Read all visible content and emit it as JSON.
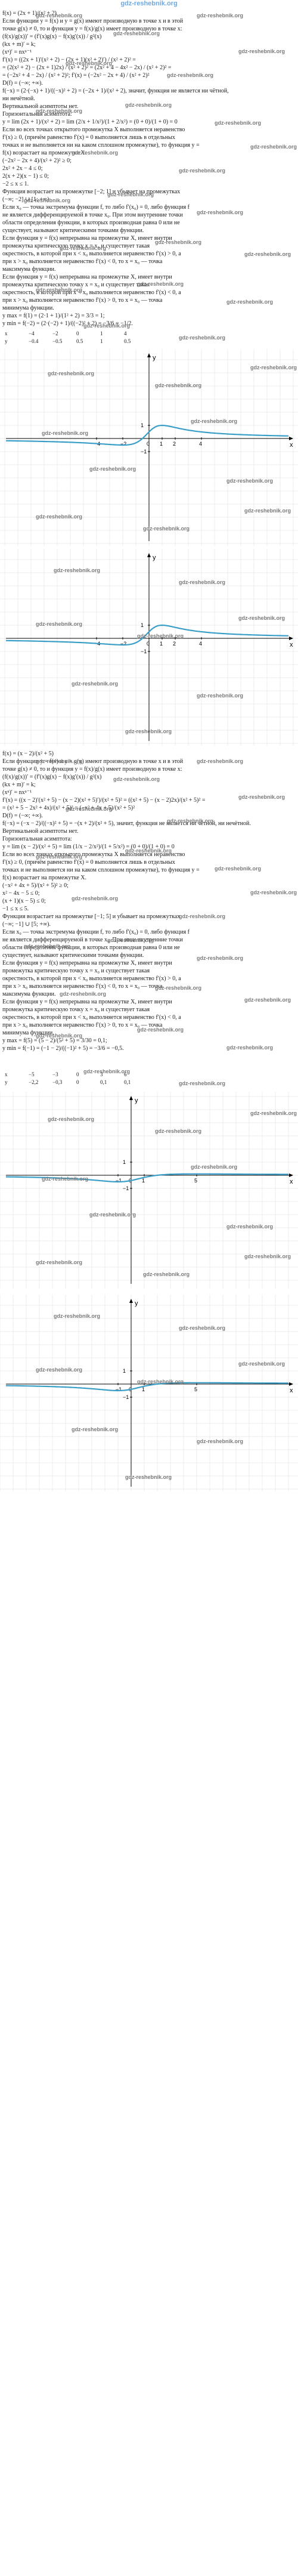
{
  "site": {
    "title": "gdz-reshebnik.org",
    "watermark": "gdz-reshebnik.org"
  },
  "part1": {
    "formulas": [
      "f(x) = (2x + 1)/(x² + 2)",
      "Если функции y = f(x) и y = g(x) имеют производную в точке x и в этой",
      "точке g(x) ≠ 0, то и функция y = f(x)/g(x) имеет производную в точке x:",
      "(f(x)/g(x))′ = (f′(x)g(x) − f(x)g′(x)) / g²(x)",
      "(kx + m)′ = k;",
      "(xⁿ)′ = nxⁿ⁻¹",
      "f′(x) = ((2x + 1)′(x² + 2) − (2x + 1)(x² + 2)′) / (x² + 2)² =",
      "= (2(x² + 2) − (2x + 1)2x) / (x² + 2)² = (2x² + 4 − 4x² − 2x) / (x² + 2)² =",
      "= (−2x² + 4 − 2x) / (x² + 2)²;   f′(x) = (−2x² − 2x + 4) / (x² + 2)²",
      "D(f) = (−∞; +∞).",
      "f(−x) = (2·(−x) + 1)/((−x)² + 2) = (−2x + 1)/(x² + 2), значит, функция не является ни чётной,",
      "ни нечётной.",
      "Вертикальной асимптоты нет.",
      "Горизонтальная асимптота:",
      "y = lim (2x + 1)/(x² + 2) = lim (2/x + 1/x²)/(1 + 2/x²) = (0 + 0)/(1 + 0) = 0",
      "Если во всех точках открытого промежутка X выполняется неравенство",
      "f′(x) ≥ 0, (причём равенство f′(x) = 0 выполняется лишь в отдельных",
      "точках и не выполняется ни на каком сплошном промежутке), то функция y =",
      "f(x) возрастает на промежутке X.",
      "(−2x² − 2x + 4)/(x² + 2)² ≥ 0;",
      "2x² + 2x − 4 ≤ 0;",
      "2(x + 2)(x − 1) ≤ 0;",
      "−2 ≤ x ≤ 1.",
      "Функция возрастает на промежутке [−2; 1] и убывает на промежутках",
      "(−∞; −2] ∪ [1; +∞).",
      "Если x₀ — точка экстремума функции f, то либо f′(x₀) = 0, либо функция f",
      "не является дифференцируемой в точке x₀. При этом внутренние точки",
      "области определения функции, в которых производная равна 0 или не",
      "существует, называют критическими точками функции.",
      "Если функция y = f(x) непрерывна на промежутке X, имеет внутри",
      "промежутка критическую точку x = x₀ и существует такая",
      "окрестность, в которой при x < x₀ выполняется неравенство f′(x) > 0, а",
      "при x > x₀ выполняется неравенство f′(x) < 0, то x = x₀ — точка",
      "максимума функции.",
      "Если функция y = f(x) непрерывна на промежутке X, имеет внутри",
      "промежутка критическую точку x = x₀ и существует такая",
      "окрестность, в которой при x < x₀ выполняется неравенство f′(x) < 0, а",
      "при x > x₀ выполняется неравенство f′(x) > 0, то x = x₀ — точка",
      "минимума функции.",
      "y max = f(1) = (2·1 + 1)/(1² + 2) = 3/3 = 1;",
      "y min = f(−2) = (2·(−2) + 1)/((−2)² + 2) = −3/6 = −1/2."
    ],
    "table": {
      "x": [
        "x",
        "−4",
        "−2",
        "0",
        "1",
        "4"
      ],
      "y": [
        "y",
        "−0.4",
        "−0.5",
        "0.5",
        "1",
        "0.5"
      ]
    }
  },
  "graph1": {
    "label_x": "x",
    "label_y": "y",
    "tick_x": [
      "−4",
      "−2",
      "0",
      "1",
      "2",
      "4"
    ],
    "tick_y": [
      "1",
      "−1"
    ]
  },
  "graph2": {
    "label_x": "x",
    "label_y": "y",
    "tick_x": [
      "−4",
      "−2",
      "0",
      "1",
      "2",
      "4"
    ],
    "tick_y": [
      "1",
      "−1"
    ]
  },
  "part2": {
    "formulas": [
      "f(x) = (x − 2)/(x² + 5)",
      "Если функции y = f(x) и y = g(x) имеют производную в точке x и в этой",
      "точке g(x) ≠ 0, то и функция y = f(x)/g(x) имеет производную в точке x:",
      "(f(x)/g(x))′ = (f′(x)g(x) − f(x)g′(x)) / g²(x)",
      "(kx + m)′ = k;",
      "(xⁿ)′ = nxⁿ⁻¹",
      "f′(x) = ((x − 2)′(x² + 5) − (x − 2)(x² + 5)′)/(x² + 5)² = ((x² + 5) − (x − 2)2x)/(x² + 5)² =",
      "= (x² + 5 − 2x² + 4x)/(x² + 5)² = (−x² + 4x + 5)/(x² + 5)²",
      "D(f) = (−∞; +∞).",
      "f(−x) = (−x − 2)/((−x)² + 5) = −(x + 2)/(x² + 5), значит, функция не является ни чётной, ни нечётной.",
      "Вертикальной асимптоты нет.",
      "Горизонтальная асимптота:",
      "y = lim (x − 2)/(x² + 5) = lim (1/x − 2/x²)/(1 + 5/x²) = (0 + 0)/(1 + 0) = 0",
      "Если во всех точках открытого промежутка X выполняется неравенство",
      "f′(x) ≥ 0, (причём равенство f′(x) = 0 выполняется лишь в отдельных",
      "точках и не выполняется ни на каком сплошном промежутке), то функция y =",
      "f(x) возрастает на промежутке X.",
      "(−x² + 4x + 5)/(x² + 5)² ≥ 0;",
      "x² − 4x − 5 ≤ 0;",
      "(x + 1)(x − 5) ≤ 0;",
      "−1 ≤ x ≤ 5.",
      "Функция возрастает на промежутке [−1; 5] и убывает на промежутках",
      "(−∞; −1] ∪ [5; +∞).",
      "Если x₀ — точка экстремума функции f, то либо f′(x₀) = 0, либо функция f",
      "не является дифференцируемой в точке x₀. При этом внутренние точки",
      "области определения функции, в которых производная равна 0 или не",
      "существует, называют критическими точками функции.",
      "Если функция y = f(x) непрерывна на промежутке X, имеет внутри",
      "промежутка критическую точку x = x₀ и существует такая",
      "окрестность, в которой при x < x₀ выполняется неравенство f′(x) > 0, а",
      "при x > x₀ выполняется неравенство f′(x) < 0, то x = x₀ — точка",
      "максимума функции.",
      "Если функция y = f(x) непрерывна на промежутке X, имеет внутри",
      "промежутка критическую точку x = x₀ и существует такая",
      "окрестность, в которой при x < x₀ выполняется неравенство f′(x) < 0, а",
      "при x > x₀ выполняется неравенство f′(x) > 0, то x = x₀ — точка",
      "минимума функции.",
      "y max = f(5) = (5 − 2)/(5² + 5) = 3/30 = 0,1;",
      "y min = f(−1) = (−1 − 2)/((−1)² + 5) = −3/6 = −0,5."
    ],
    "table": {
      "x": [
        "x",
        "−5",
        "−3",
        "0",
        "3",
        "6"
      ],
      "y": [
        "y",
        "−2,2",
        "−0,3",
        "0",
        "0,1",
        "0,1"
      ]
    }
  },
  "graph3": {
    "label_x": "x",
    "label_y": "y",
    "tick_x": [
      "−1",
      "0",
      "1",
      "5"
    ],
    "tick_y": [
      "1",
      "−1"
    ]
  },
  "graph4": {
    "label_x": "x",
    "label_y": "y",
    "tick_x": [
      "−1",
      "0",
      "1",
      "5"
    ],
    "tick_y": [
      "1",
      "−1"
    ]
  },
  "colors": {
    "curve": "#3a9fc8",
    "axis": "#000000",
    "grid": "#d9d9d9",
    "watermark": "#7a7a7a",
    "header": "#6fa8e0"
  }
}
